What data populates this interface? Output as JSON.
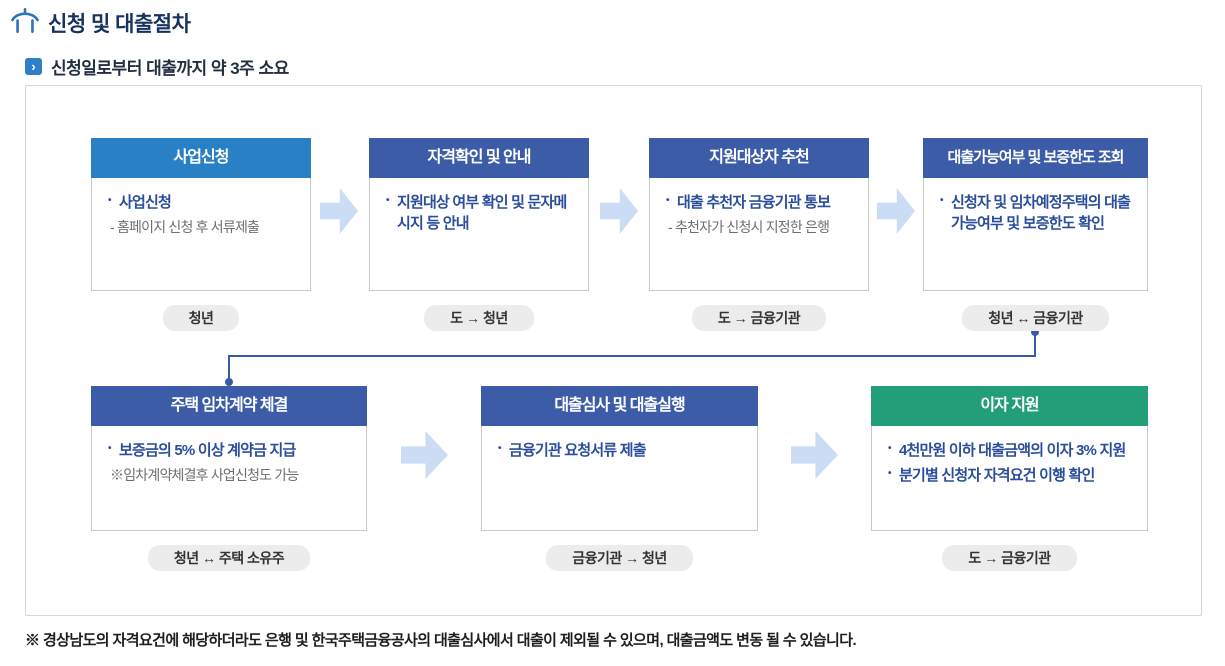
{
  "page": {
    "title": "신청 및 대출절차",
    "subtitle": "신청일로부터 대출까지 약 3주 소요",
    "chevron_glyph": "›",
    "footnote": "※ 경상남도의 자격요건에 해당하더라도 은행 및 한국주택금융공사의 대출심사에서 대출이 제외될 수 있으며, 대출금액도 변동 될 수 있습니다."
  },
  "colors": {
    "title_text": "#17325f",
    "header_blue": "#2980c4",
    "header_navy": "#3d5ca8",
    "header_green": "#229e78",
    "bullet_text": "#2b4d9c",
    "sub_text": "#6f6f6f",
    "arrow_fill": "#cbddf4",
    "connector_line": "#3a5aa8",
    "badge_bg": "#ececec"
  },
  "flow": {
    "row1": [
      {
        "title": "사업신청",
        "lines": [
          {
            "kind": "bullet",
            "text": "사업신청"
          },
          {
            "kind": "sub",
            "text": "- 홈페이지 신청 후 서류제출"
          }
        ],
        "badge": "청년"
      },
      {
        "title": "자격확인 및 안내",
        "lines": [
          {
            "kind": "bullet",
            "text": "지원대상 여부 확인 및 문자메시지 등 안내"
          }
        ],
        "badge": "도 → 청년"
      },
      {
        "title": "지원대상자 추천",
        "lines": [
          {
            "kind": "bullet",
            "text": "대출 추천자 금융기관 통보"
          },
          {
            "kind": "sub",
            "text": "- 추천자가 신청시 지정한 은행"
          }
        ],
        "badge": "도 → 금융기관"
      },
      {
        "title": "대출가능여부 및 보증한도 조회",
        "lines": [
          {
            "kind": "bullet",
            "text": "신청자 및 임차예정주택의 대출가능여부 및 보증한도 확인"
          }
        ],
        "badge": "청년 ↔ 금융기관"
      }
    ],
    "row2": [
      {
        "title": "주택 임차계약 체결",
        "lines": [
          {
            "kind": "bullet",
            "text": "보증금의 5% 이상 계약금 지급"
          },
          {
            "kind": "sub",
            "text": "※임차계약체결후 사업신청도 가능"
          }
        ],
        "badge": "청년 ↔ 주택 소유주"
      },
      {
        "title": "대출심사 및 대출실행",
        "lines": [
          {
            "kind": "bullet",
            "text": "금융기관 요청서류 제출"
          }
        ],
        "badge": "금융기관 → 청년"
      },
      {
        "title": "이자 지원",
        "lines": [
          {
            "kind": "bullet",
            "text": "4천만원 이하 대출금액의 이자 3% 지원"
          },
          {
            "kind": "bullet",
            "text": "분기별 신청자 자격요건 이행 확인"
          }
        ],
        "badge": "도 → 금융기관"
      }
    ]
  }
}
